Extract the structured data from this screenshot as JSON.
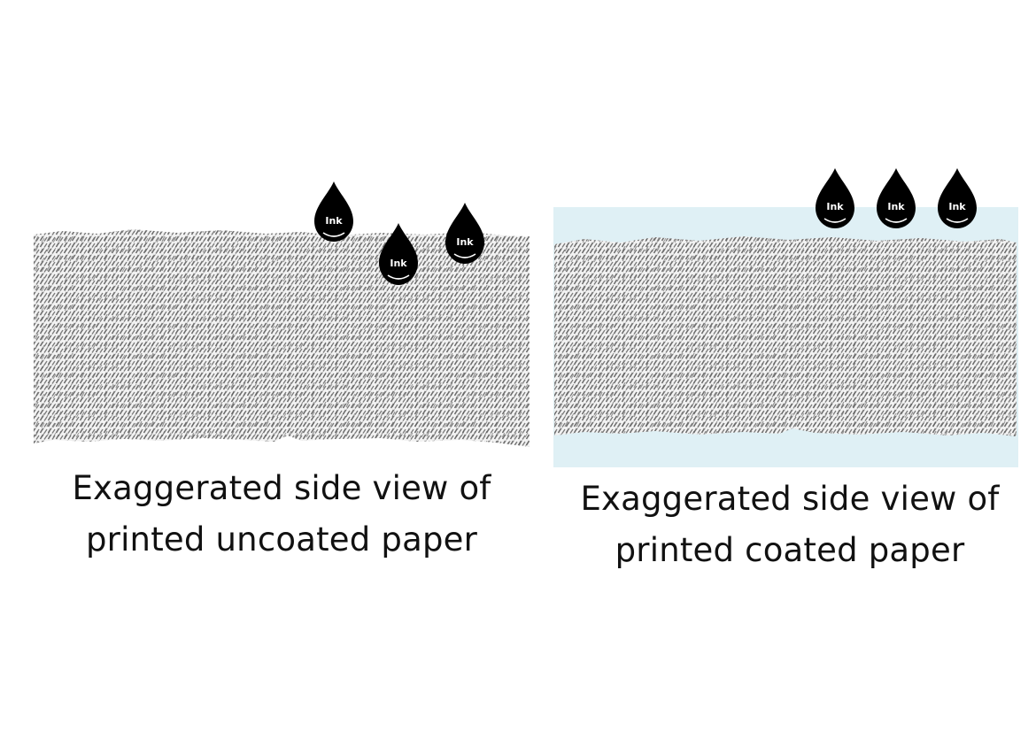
{
  "panels": {
    "uncoated": {
      "caption_line1": "Exaggerated side view of",
      "caption_line2": "printed uncoated paper",
      "drop_labels": [
        "Ink",
        "Ink",
        "Ink"
      ]
    },
    "coated": {
      "caption_line1": "Exaggerated side view of",
      "caption_line2": "printed coated paper",
      "drop_labels": [
        "Ink",
        "Ink",
        "Ink"
      ]
    }
  },
  "colors": {
    "paper_texture": "#6e6e6e",
    "coating": "#dff0f5",
    "ink": "#000000",
    "text": "#111111"
  }
}
